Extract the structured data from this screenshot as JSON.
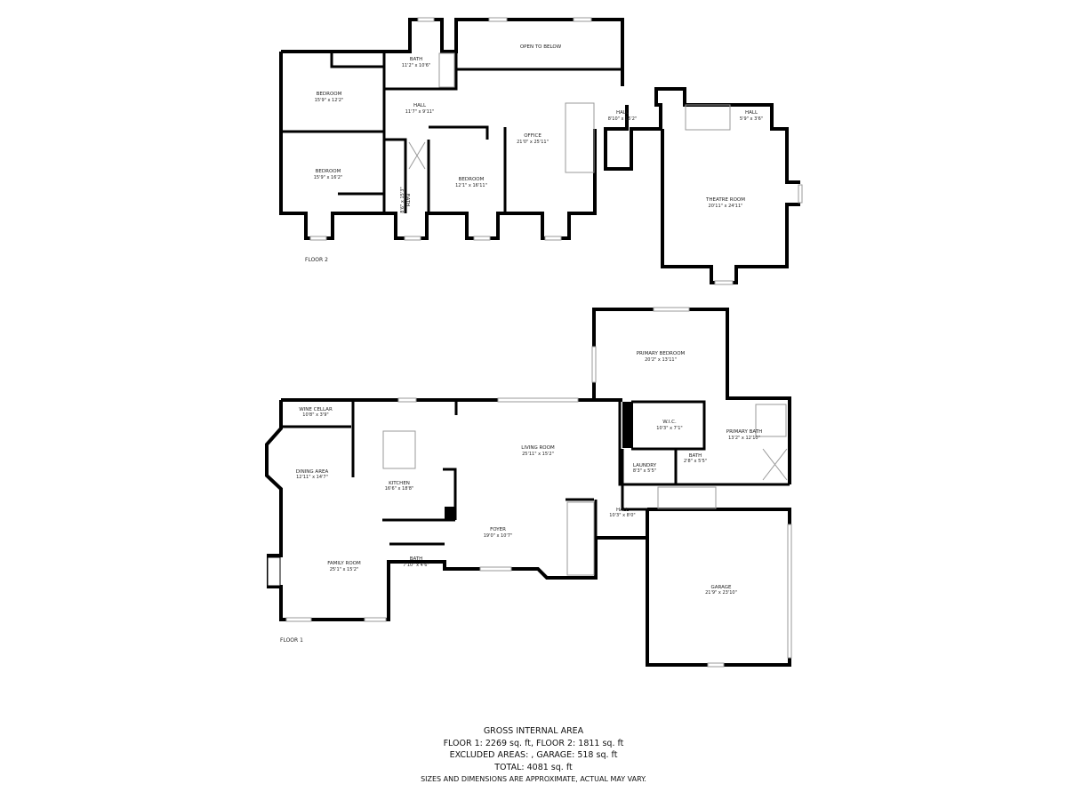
{
  "floor2": {
    "label": "FLOOR 2",
    "rooms": [
      {
        "name": "BATH",
        "dims": "11'2\" x 10'6\""
      },
      {
        "name": "OPEN TO BELOW",
        "dims": ""
      },
      {
        "name": "BEDROOM",
        "dims": "15'9\" x 12'2\""
      },
      {
        "name": "HALL",
        "dims": "11'7\" x 9'11\""
      },
      {
        "name": "HALL",
        "dims": "8'10\" x 15'2\""
      },
      {
        "name": "HALL",
        "dims": "5'9\" x 3'6\""
      },
      {
        "name": "OFFICE",
        "dims": "21'0\" x 25'11\""
      },
      {
        "name": "BEDROOM",
        "dims": "15'9\" x 16'2\""
      },
      {
        "name": "BEDROOM",
        "dims": "12'1\" x 16'11\""
      },
      {
        "name": "BATH",
        "dims": "8'6\" x 15'3\""
      },
      {
        "name": "THEATRE ROOM",
        "dims": "20'11\" x 24'11\""
      }
    ]
  },
  "floor1": {
    "label": "FLOOR 1",
    "rooms": [
      {
        "name": "PRIMARY BEDROOM",
        "dims": "20'2\" x 13'11\""
      },
      {
        "name": "WINE CELLAR",
        "dims": "10'8\" x 3'9\""
      },
      {
        "name": "W.I.C.",
        "dims": "10'3\" x 7'1\""
      },
      {
        "name": "PRIMARY BATH",
        "dims": "13'2\" x 12'10\""
      },
      {
        "name": "LIVING ROOM",
        "dims": "25'11\" x 15'2\""
      },
      {
        "name": "DINING AREA",
        "dims": "12'11\" x 14'7\""
      },
      {
        "name": "BATH",
        "dims": "2'8\" x 5'5\""
      },
      {
        "name": "LAUNDRY",
        "dims": "8'3\" x 5'5\""
      },
      {
        "name": "KITCHEN",
        "dims": "16'6\" x 18'8\""
      },
      {
        "name": "HALL",
        "dims": "10'3\" x 8'0\""
      },
      {
        "name": "FOYER",
        "dims": "19'0\" x 10'7\""
      },
      {
        "name": "FAMILY ROOM",
        "dims": "25'1\" x 15'2\""
      },
      {
        "name": "BATH",
        "dims": "7'10\" x 4'6\""
      },
      {
        "name": "GARAGE",
        "dims": "21'9\" x 23'10\""
      }
    ]
  },
  "summary": {
    "title": "GROSS INTERNAL AREA",
    "floors": "FLOOR 1: 2269 sq. ft, FLOOR 2: 1811 sq. ft",
    "excluded": "EXCLUDED AREAS: , GARAGE: 518 sq. ft",
    "total": "TOTAL: 4081 sq. ft",
    "note": "SIZES AND DIMENSIONS ARE APPROXIMATE, ACTUAL MAY VARY."
  }
}
